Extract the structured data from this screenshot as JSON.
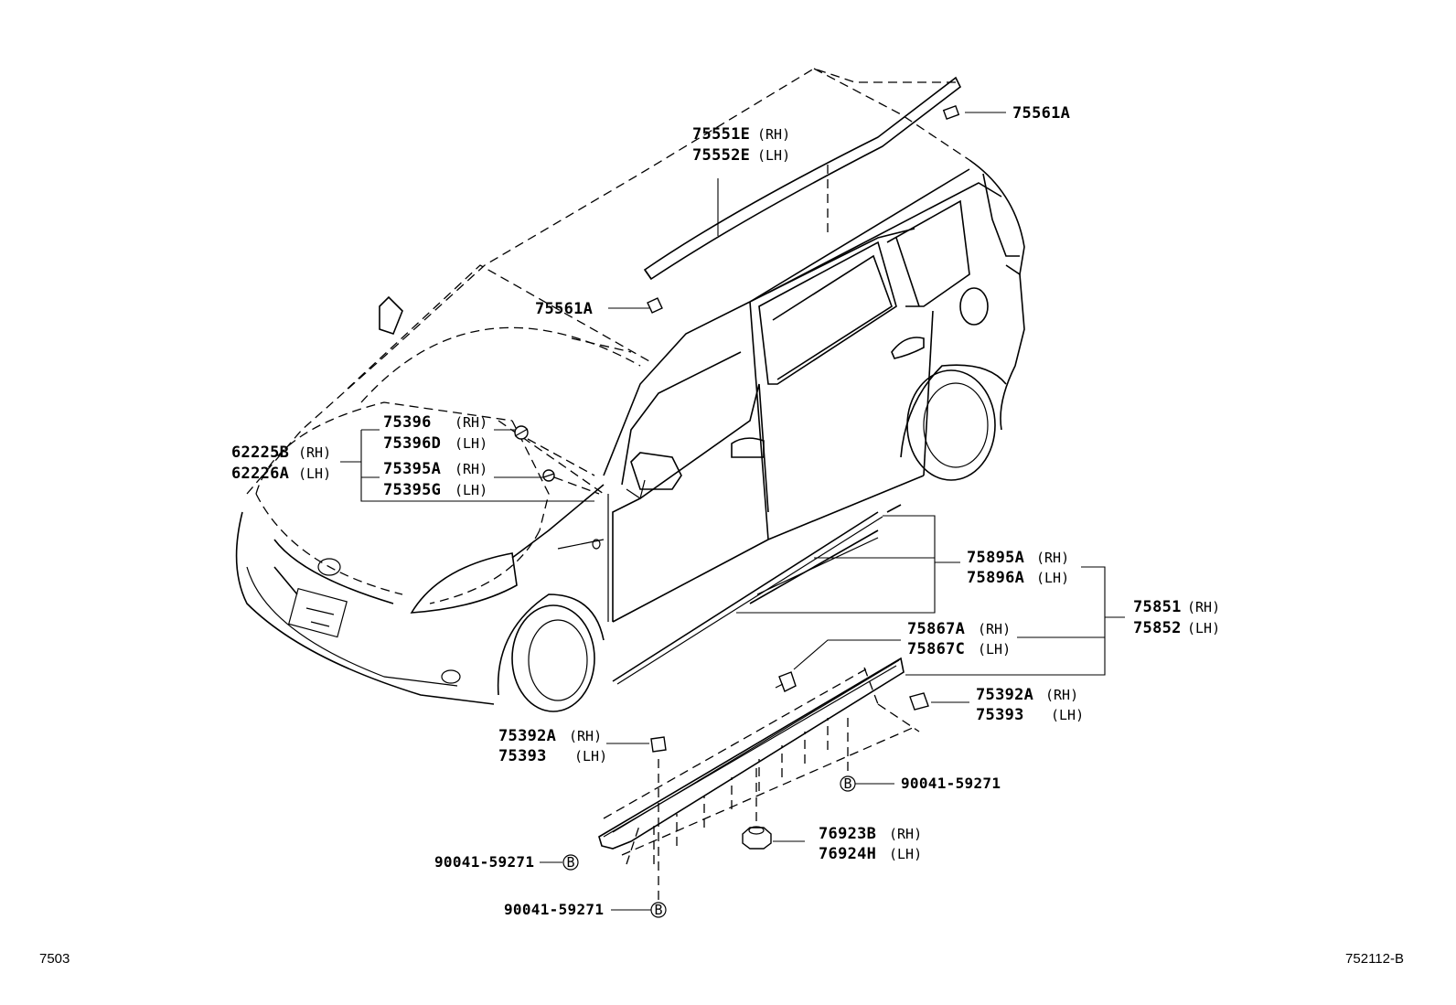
{
  "diagram": {
    "labels": {
      "roof_moulding_rh": "75551E",
      "roof_moulding_lh": "75552E",
      "roof_clip_rear": "75561A",
      "roof_clip_front": "75561A",
      "emblem_rh": "75396",
      "emblem_lh": "75396D",
      "pillar_rh": "62225B",
      "pillar_lh": "62226A",
      "clip_a_rh": "75395A",
      "clip_a_lh": "75395G",
      "side_moulding_rh": "75895A",
      "side_moulding_lh": "75896A",
      "rocker_assy_rh": "75851",
      "rocker_assy_lh": "75852",
      "rocker_clip_rh": "75867A",
      "rocker_clip_lh": "75867C",
      "end_clip_rear_rh": "75392A",
      "end_clip_rear_lh": "75393",
      "end_clip_front_rh": "75392A",
      "end_clip_front_lh": "75393",
      "screw_b1": "90041-59271",
      "screw_b2": "90041-59271",
      "screw_b3": "90041-59271",
      "nut_rh": "76923B",
      "nut_lh": "76924H"
    },
    "sides": {
      "rh": "(RH)",
      "lh": "(LH)"
    },
    "callout_letter": "B",
    "footer_left": "7503",
    "footer_right": "752112-B"
  }
}
